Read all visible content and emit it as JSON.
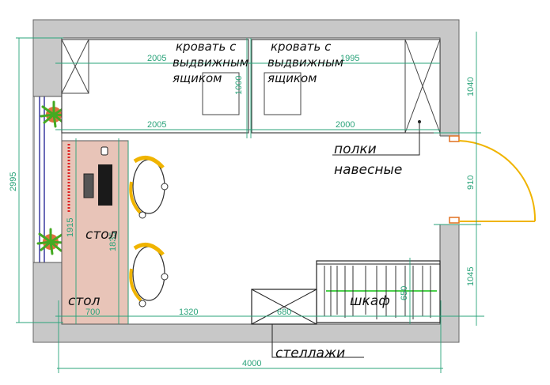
{
  "labels": {
    "bed_left": [
      "кровать с",
      "выдвижным",
      "ящиком"
    ],
    "bed_right": [
      "кровать с",
      "выдвижным",
      "ящиком"
    ],
    "shelves": [
      "полки",
      "навесные"
    ],
    "desk_top": "стол",
    "desk_bottom": "стол",
    "wardrobe": "шкаф",
    "racks": "стеллажи"
  },
  "dimensions": {
    "bed_left_top": "2005",
    "bed_right_top": "1995",
    "bed_left_bottom": "2005",
    "bed_right_bottom": "2000",
    "bed_width": "1000",
    "right_top": "1040",
    "door": "910",
    "right_bottom": "1045",
    "left_total": "2995",
    "desk_length_a": "1915",
    "desk_length_b": "1835",
    "desk_depth": "700",
    "floor_gap": "1320",
    "rack_width": "680",
    "wardrobe_depth": "650",
    "total_width": "4000"
  },
  "colors": {
    "wall": "#c8c8c8",
    "wall_stroke": "#666666",
    "desk": "#e8c4b8",
    "dimension": "#2aa37a",
    "door": "#f0b400",
    "window": "#3a3aa0",
    "plant": "#44aa22"
  }
}
